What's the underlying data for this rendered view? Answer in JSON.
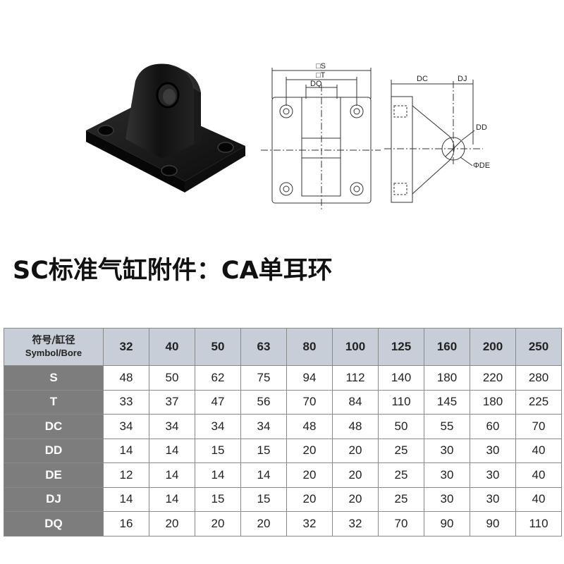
{
  "diagram": {
    "front_labels": {
      "s": "□S",
      "t": "□T",
      "dq": "DQ"
    },
    "side_labels": {
      "dc": "DC",
      "dj": "DJ",
      "dd": "DD",
      "de": "ΦDE"
    }
  },
  "heading": "SC标准气缸附件：CA单耳环",
  "table": {
    "corner_zh": "符号/缸径",
    "corner_en": "Symbol/Bore",
    "bores": [
      "32",
      "40",
      "50",
      "63",
      "80",
      "100",
      "125",
      "160",
      "200",
      "250"
    ],
    "rows": [
      {
        "symbol": "S",
        "values": [
          "48",
          "50",
          "62",
          "75",
          "94",
          "112",
          "140",
          "180",
          "220",
          "280"
        ]
      },
      {
        "symbol": "T",
        "values": [
          "33",
          "37",
          "47",
          "56",
          "70",
          "84",
          "110",
          "145",
          "180",
          "225"
        ]
      },
      {
        "symbol": "DC",
        "values": [
          "34",
          "34",
          "34",
          "34",
          "48",
          "48",
          "50",
          "55",
          "60",
          "70"
        ]
      },
      {
        "symbol": "DD",
        "values": [
          "14",
          "14",
          "15",
          "15",
          "20",
          "20",
          "25",
          "30",
          "30",
          "40"
        ]
      },
      {
        "symbol": "DE",
        "values": [
          "12",
          "14",
          "14",
          "14",
          "20",
          "20",
          "25",
          "30",
          "30",
          "40"
        ]
      },
      {
        "symbol": "DJ",
        "values": [
          "14",
          "14",
          "15",
          "15",
          "20",
          "20",
          "25",
          "30",
          "30",
          "40"
        ]
      },
      {
        "symbol": "DQ",
        "values": [
          "16",
          "20",
          "20",
          "20",
          "32",
          "32",
          "70",
          "90",
          "90",
          "110"
        ]
      }
    ]
  },
  "colors": {
    "header_bg": "#c8ced8",
    "rowhead_bg": "#7d7d7d",
    "part_body": "#151515"
  }
}
